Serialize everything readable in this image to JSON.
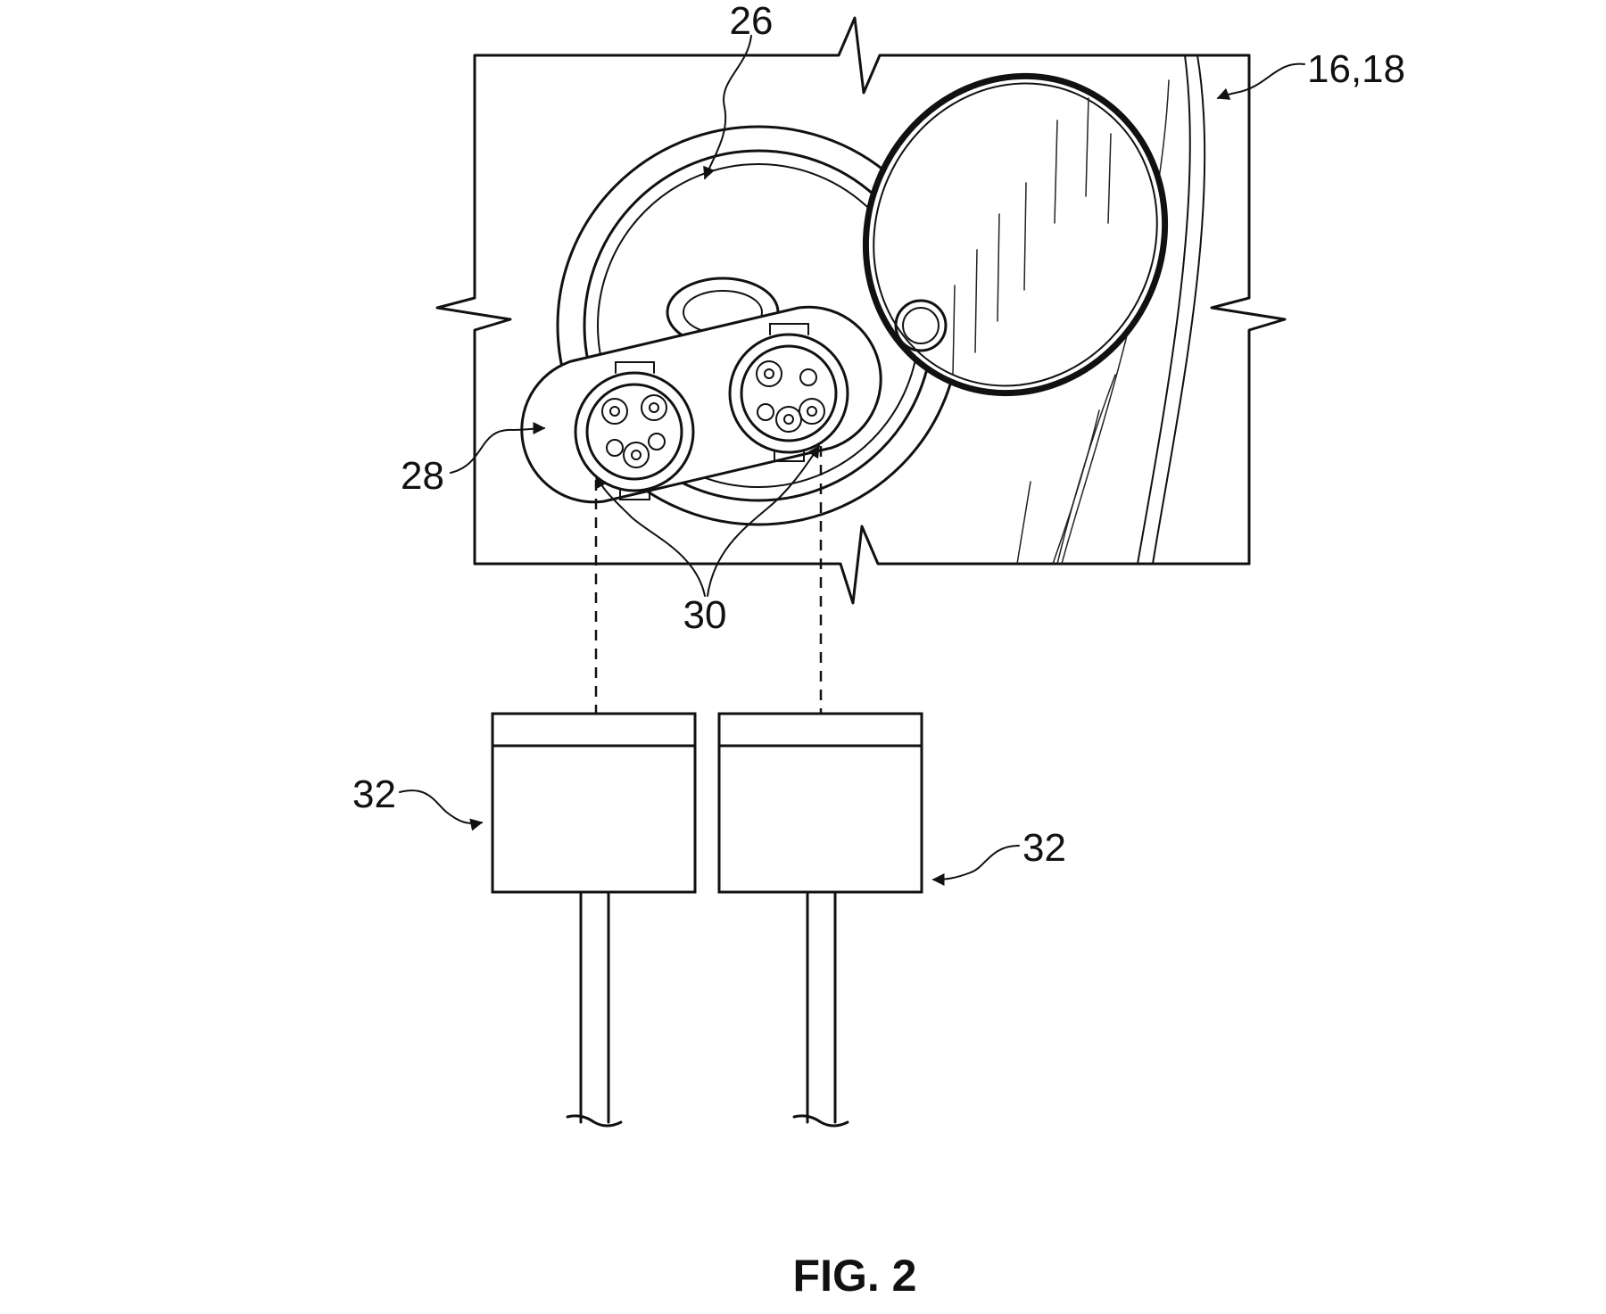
{
  "figure": {
    "caption": "FIG. 2",
    "labels": {
      "port_ring": "26",
      "vehicle_body": "16,18",
      "inlet_housing": "28",
      "connectors": "30",
      "plug_left": "32",
      "plug_right": "32"
    }
  }
}
